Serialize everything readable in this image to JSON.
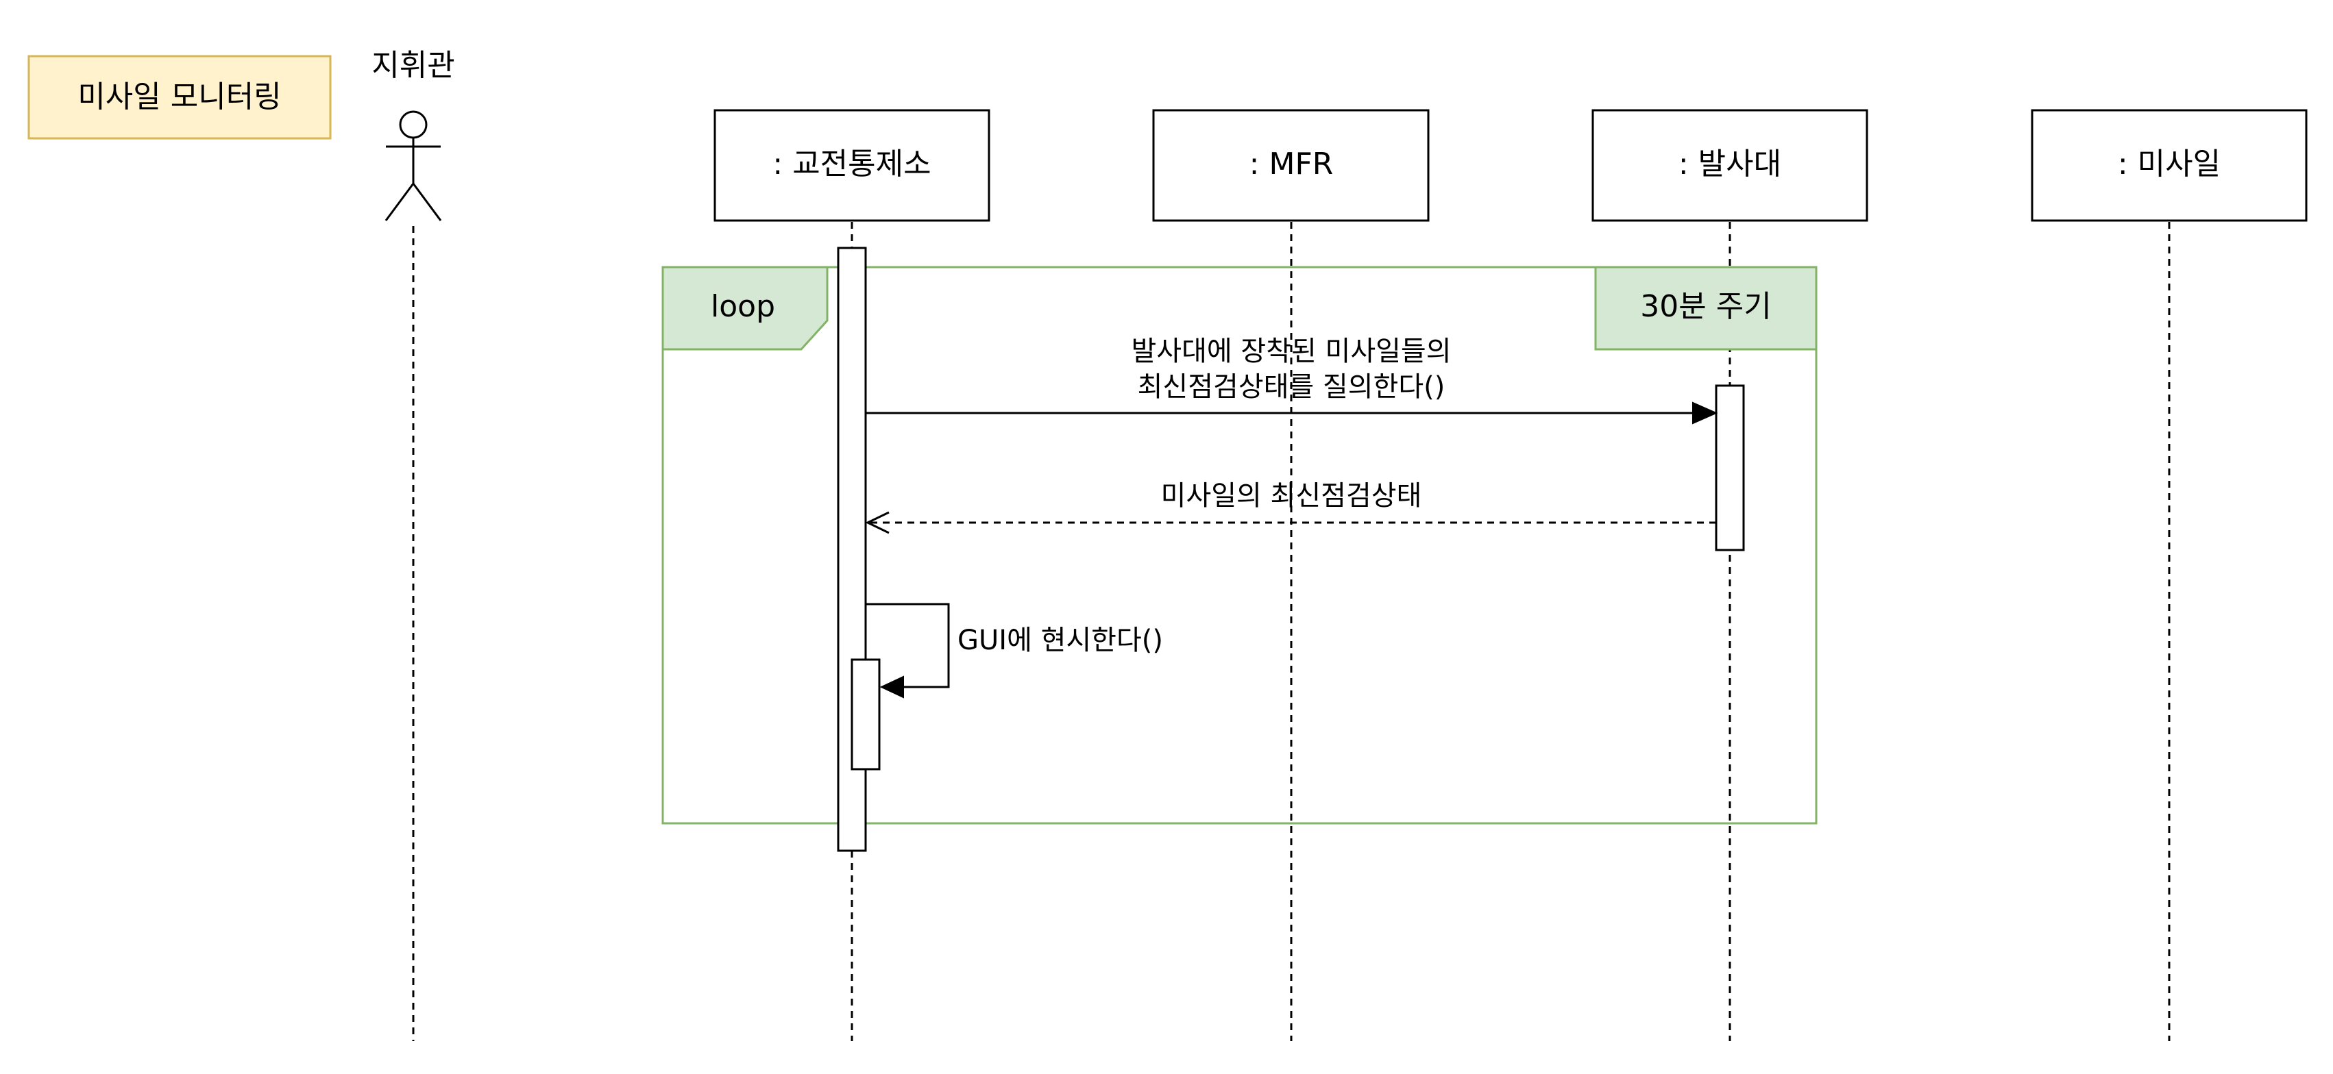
{
  "title_note": "미사일 모니터링",
  "actor": {
    "name": "지휘관"
  },
  "participants": [
    {
      "label": ": 교전통제소"
    },
    {
      "label": ": MFR"
    },
    {
      "label": ": 발사대"
    },
    {
      "label": ": 미사일"
    }
  ],
  "loop": {
    "keyword": "loop",
    "condition": "30분 주기"
  },
  "messages": [
    {
      "line1": "발사대에 장착된 미사일들의",
      "line2": "최신점검상태를 질의한다()"
    },
    {
      "line1": "미사일의 최신점검상태"
    },
    {
      "line1": "GUI에 현시한다()"
    }
  ],
  "colors": {
    "note_fill": "#fff2cc",
    "note_stroke": "#d6b656",
    "loop_fill": "#d5e8d4",
    "loop_stroke": "#82b366",
    "line": "#000000"
  }
}
